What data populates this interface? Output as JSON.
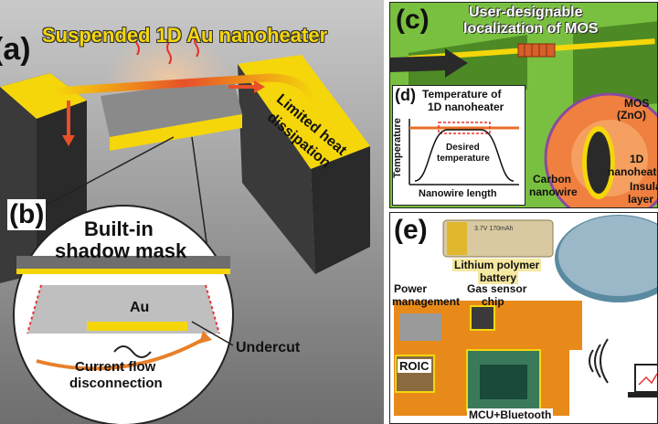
{
  "panel_a": {
    "letter": "(a)",
    "title": "Suspended 1D Au nanoheater",
    "side_label_1": "Limited heat",
    "side_label_2": "dissipation"
  },
  "panel_b": {
    "letter": "(b)",
    "title_1": "Built-in",
    "title_2": "shadow mask",
    "au_label": "Au",
    "current_label_1": "Current flow",
    "current_label_2": "disconnection",
    "undercut_label": "Undercut"
  },
  "panel_c": {
    "letter": "(c)",
    "title_1": "User-designable",
    "title_2": "localization of MOS",
    "mos_label_1": "MOS",
    "mos_label_2": "(ZnO)",
    "heater_label_1": "1D",
    "heater_label_2": "nanoheater",
    "insulating_label_1": "Insulating",
    "insulating_label_2": "layer",
    "carbon_label_1": "Carbon",
    "carbon_label_2": "nanowire"
  },
  "panel_d": {
    "letter": "(d)",
    "title_1": "Temperature of",
    "title_2": "1D nanoheater",
    "ylabel": "Temperature",
    "xlabel": "Nanowire length",
    "desired_1": "Desired",
    "desired_2": "temperature"
  },
  "panel_e": {
    "letter": "(e)",
    "battery_1": "Lithium polymer",
    "battery_2": "battery",
    "power_1": "Power",
    "power_2": "management",
    "gas_1": "Gas sensor",
    "gas_2": "chip",
    "roic": "ROIC",
    "mcu": "MCU+Bluetooth",
    "battery_print": "3.7V 170mAh"
  },
  "colors": {
    "gold": "#f5d60a",
    "gray_bg": "#7a7a7a",
    "green": "#6fbf3a",
    "hot": "#e8502a",
    "pcb": "#e88a1a"
  }
}
